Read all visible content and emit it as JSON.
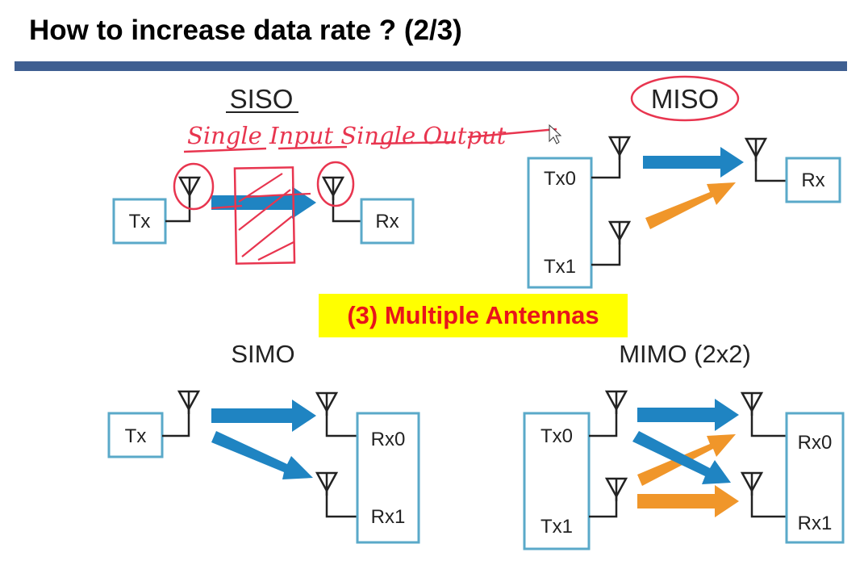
{
  "title": "How to increase data rate ? (2/3)",
  "badge": {
    "text": "(3) Multiple Antennas"
  },
  "colors": {
    "rule": "#3f5f91",
    "box_border": "#5aa9c9",
    "blue_arrow": "#1f84c2",
    "orange_arrow": "#f0962a",
    "badge_bg": "#ffff00",
    "badge_text": "#e8141b",
    "ink": "#e8354f",
    "antenna": "#222222"
  },
  "siso": {
    "heading": "SISO",
    "tx": "Tx",
    "rx": "Rx",
    "annotation": "Single Input Single Output"
  },
  "miso": {
    "heading": "MISO",
    "tx0": "Tx0",
    "tx1": "Tx1",
    "rx": "Rx"
  },
  "simo": {
    "heading": "SIMO",
    "tx": "Tx",
    "rx0": "Rx0",
    "rx1": "Rx1"
  },
  "mimo": {
    "heading": "MIMO (2x2)",
    "tx0": "Tx0",
    "tx1": "Tx1",
    "rx0": "Rx0",
    "rx1": "Rx1"
  }
}
